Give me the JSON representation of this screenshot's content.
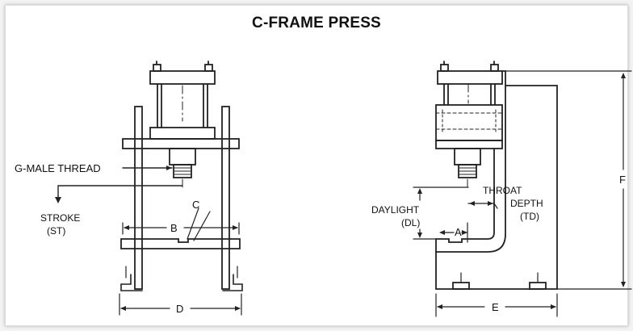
{
  "title": "C-FRAME PRESS",
  "labels": {
    "g_male_thread": "G-MALE THREAD",
    "stroke": "STROKE",
    "stroke_abbr": "(ST)",
    "c": "C",
    "b": "B",
    "d": "D",
    "daylight": "DAYLIGHT",
    "daylight_abbr": "(DL)",
    "a": "A",
    "throat": "THROAT",
    "depth": "DEPTH",
    "throat_depth_abbr": "(TD)",
    "e": "E",
    "f": "F"
  }
}
